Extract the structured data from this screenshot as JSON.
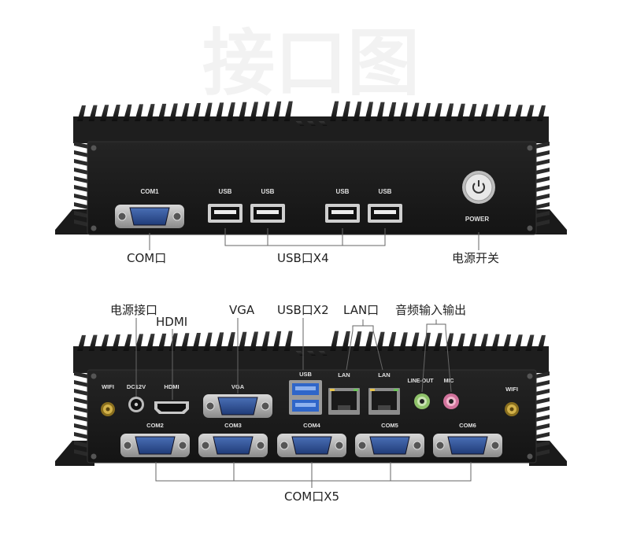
{
  "watermark": "接口图",
  "top_panel": {
    "port_labels": {
      "com1": "COM1",
      "usb_1": "USB",
      "usb_2": "USB",
      "usb_3": "USB",
      "usb_4": "USB",
      "power": "POWER"
    },
    "callouts": {
      "com": "COM口",
      "usb": "USB口X4",
      "power_switch": "电源开关"
    }
  },
  "bottom_panel": {
    "port_labels": {
      "wifi_left": "WIFI",
      "dc12v": "DC12V",
      "hdmi": "HDMI",
      "vga": "VGA",
      "usb": "USB",
      "lan_1": "LAN",
      "lan_2": "LAN",
      "line_out": "LINE-OUT",
      "mic": "MIC",
      "wifi_right": "WIFI",
      "com2": "COM2",
      "com3": "COM3",
      "com4": "COM4",
      "com5": "COM5",
      "com6": "COM6"
    },
    "callouts": {
      "power_jack": "电源接口",
      "hdmi": "HDMI",
      "vga": "VGA",
      "usb": "USB口X2",
      "lan": "LAN口",
      "audio": "音频输入输出",
      "com": "COM口X5"
    }
  },
  "colors": {
    "chassis": "#151515",
    "faceplate": "#1c1c1c",
    "port_blue": "#2c4f94",
    "lan_gray": "#8c8c8c",
    "audio_green": "#8fc26a",
    "audio_pink": "#d2739c",
    "antenna_gold": "#b8962e"
  }
}
